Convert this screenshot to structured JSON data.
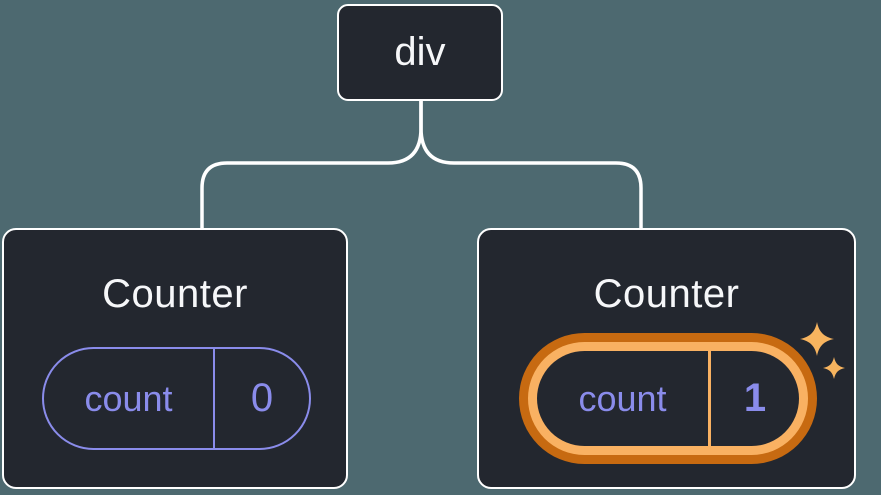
{
  "diagram": {
    "background_color": "#4d6970",
    "connector_color": "#ffffff",
    "root_node": {
      "label": "div"
    },
    "children": [
      {
        "title": "Counter",
        "state": {
          "key": "count",
          "value": "0"
        },
        "highlighted": false
      },
      {
        "title": "Counter",
        "state": {
          "key": "count",
          "value": "1"
        },
        "highlighted": true
      }
    ],
    "colors": {
      "card_bg": "#23272f",
      "card_border": "#ffffff",
      "title_text": "#f6f7f9",
      "state_accent": "#8a8ceb",
      "highlight_outer": "#c76a11",
      "highlight_inner": "#f9b162",
      "sparkle": "#f7b45f"
    }
  }
}
